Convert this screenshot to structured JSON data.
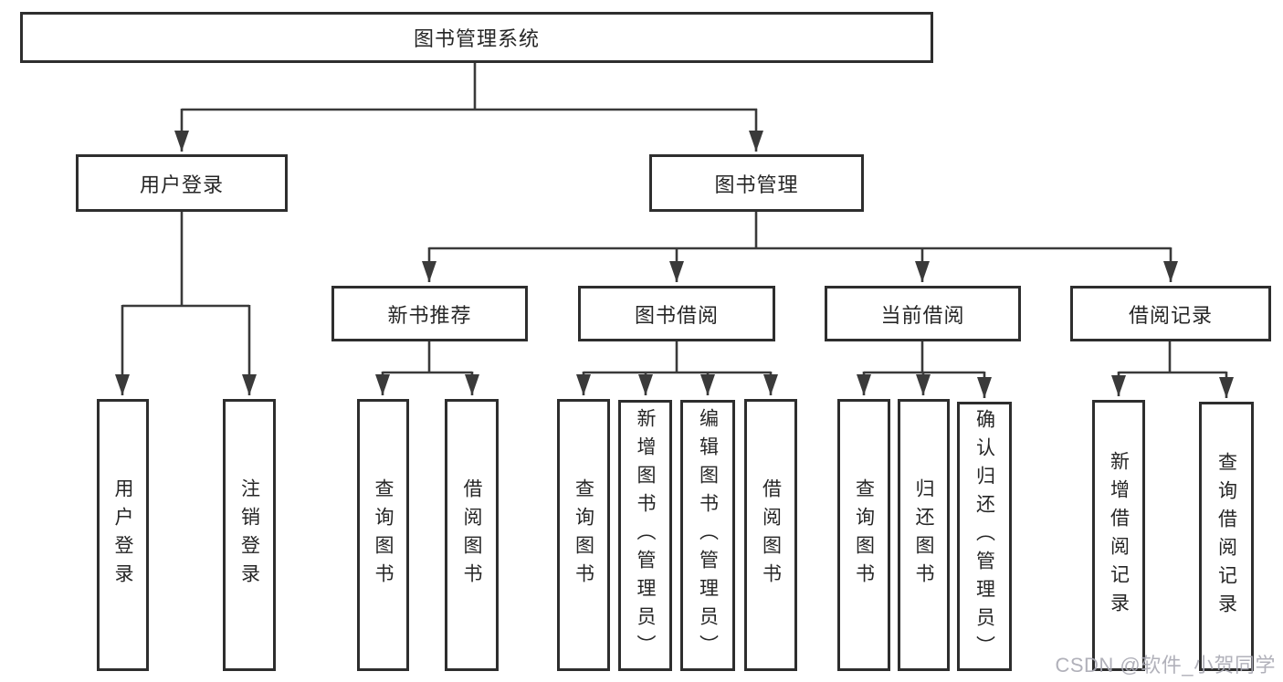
{
  "diagram": {
    "title": "图书管理系统",
    "level2": {
      "user_login": "用户登录",
      "book_mgmt": "图书管理"
    },
    "level3": {
      "new_book_rec": "新书推荐",
      "book_borrow": "图书借阅",
      "current_borrow": "当前借阅",
      "borrow_records": "借阅记录"
    },
    "leaves": {
      "user_login": "用户登录",
      "logout": "注销登录",
      "query_book_newrec": "查询图书",
      "borrow_book_newrec": "借阅图书",
      "query_book_borrow": "查询图书",
      "add_book_admin": "新增图书（管理员）",
      "edit_book_admin": "编辑图书（管理员）",
      "borrow_book_borrow": "借阅图书",
      "query_book_current": "查询图书",
      "return_book": "归还图书",
      "confirm_return_admin": "确认归还（管理员）",
      "add_borrow_record": "新增借阅记录",
      "query_borrow_record": "查询借阅记录"
    },
    "colors": {
      "line": "#3a3a3a",
      "border": "#2e2e2e",
      "text": "#262626",
      "watermark": "#a9a9b3",
      "background": "#ffffff"
    },
    "watermark": "CSDN @软件_小贺同学"
  }
}
